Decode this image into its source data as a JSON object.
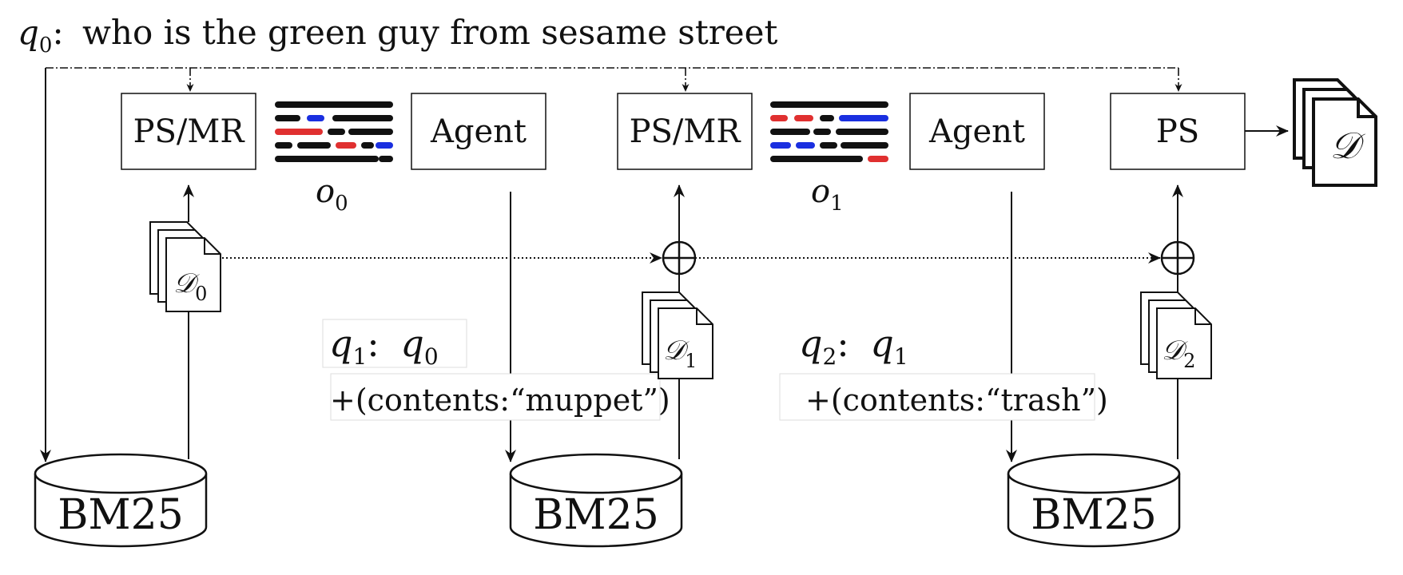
{
  "query0": {
    "symbol": "q",
    "sub": "0",
    "colon": ":",
    "text": "who is the green guy from sesame street"
  },
  "stages": [
    {
      "ps_label": "PS/MR",
      "agent_label": "Agent",
      "obs_symbol": "o",
      "obs_sub": "0",
      "docs_symbol": "𝒟",
      "docs_sub": "0",
      "bm25_label": "BM25"
    },
    {
      "ps_label": "PS/MR",
      "agent_label": "Agent",
      "obs_symbol": "o",
      "obs_sub": "1",
      "docs_symbol": "𝒟",
      "docs_sub": "1",
      "bm25_label": "BM25"
    },
    {
      "ps_label": "PS",
      "docs_symbol": "𝒟",
      "docs_sub": "2",
      "bm25_label": "BM25"
    }
  ],
  "query1": {
    "lhs": "q",
    "lhs_sub": "1",
    "colon": ":",
    "rhs": "q",
    "rhs_sub": "0",
    "addition": "+(contents:“muppet”)"
  },
  "query2": {
    "lhs": "q",
    "lhs_sub": "2",
    "colon": ":",
    "rhs": "q",
    "rhs_sub": "1",
    "addition": "+(contents:“trash”)"
  },
  "output": {
    "docs_symbol": "𝒟"
  },
  "combine_symbol": "⊕",
  "colors": {
    "ink": "#111111",
    "red": "#e03030",
    "blue": "#1a2fe0"
  }
}
